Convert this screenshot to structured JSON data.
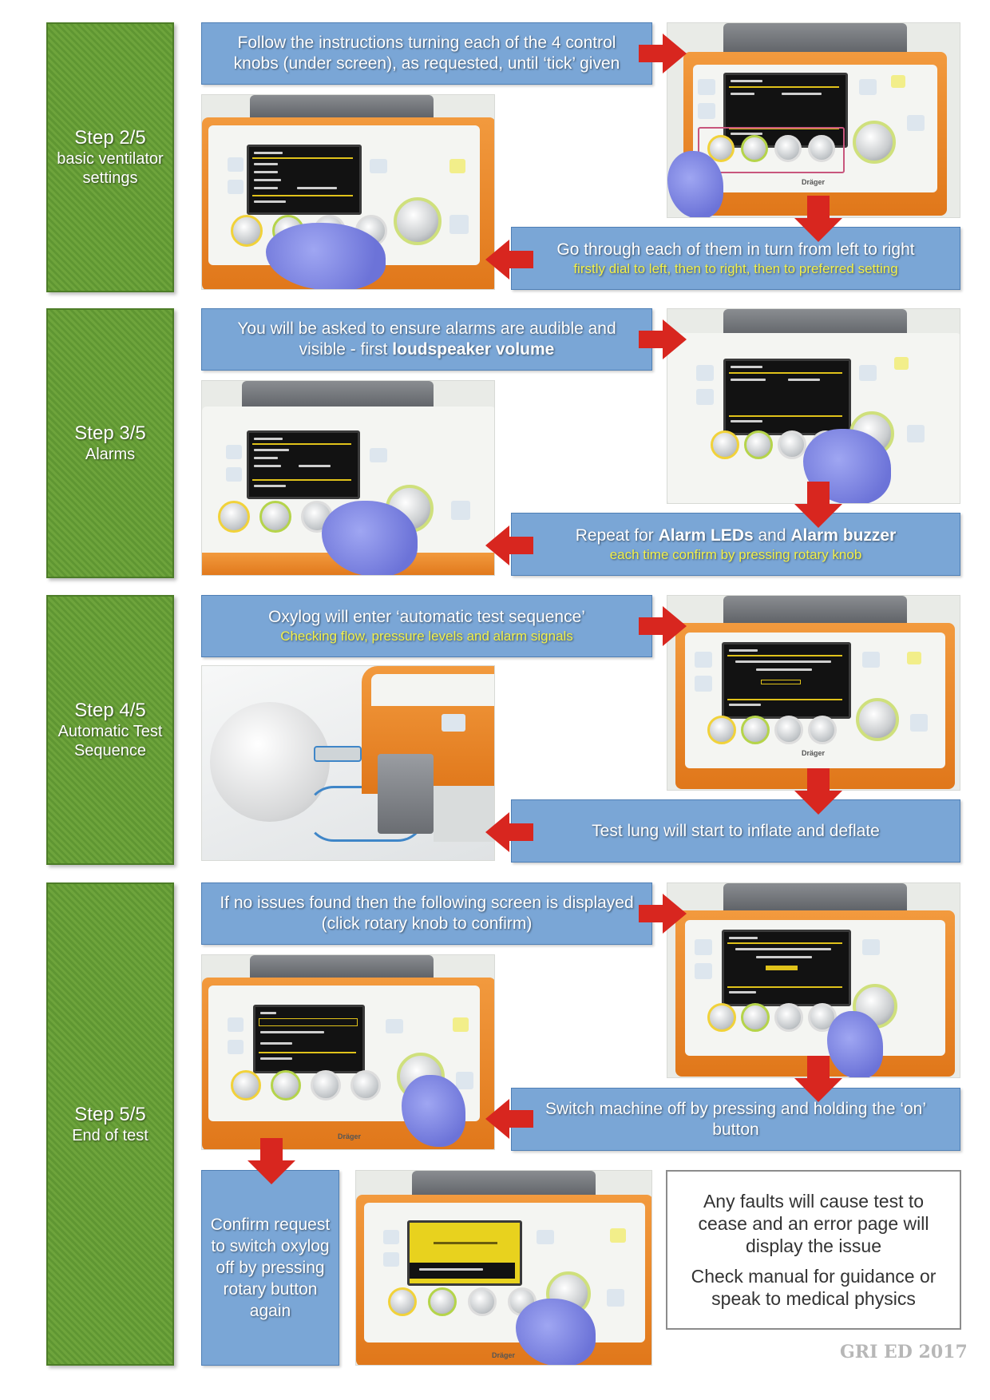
{
  "steps": [
    {
      "title": "Step 2/5",
      "subtitle": "basic ventilator settings"
    },
    {
      "title": "Step 3/5",
      "subtitle": "Alarms"
    },
    {
      "title": "Step 4/5",
      "subtitle": "Automatic Test Sequence"
    },
    {
      "title": "Step 5/5",
      "subtitle": "End of test"
    }
  ],
  "boxes": {
    "s2_top": {
      "text": "Follow the instructions turning each of the 4 control knobs (under screen), as requested, until ‘tick’ given"
    },
    "s2_bottom": {
      "text": "Go through each of them in turn from left to right",
      "sub": "firstly dial to left, then to right, then to preferred setting"
    },
    "s3_top": {
      "pre": "You will be asked to ensure alarms are audible and visible - first ",
      "bold": "loudspeaker volume"
    },
    "s3_bottom": {
      "pre": "Repeat for ",
      "bold1": "Alarm LEDs",
      "mid": " and ",
      "bold2": "Alarm buzzer",
      "sub": "each time confirm by pressing rotary knob"
    },
    "s4_top": {
      "text": "Oxylog will enter ‘automatic test sequence’",
      "sub": "Checking flow, pressure levels and alarm signals"
    },
    "s4_bottom": {
      "text": "Test lung will start to inflate and deflate"
    },
    "s5_top": {
      "text": "If no issues found then the following screen is displayed (click rotary knob to confirm)"
    },
    "s5_bottom": {
      "text": "Switch machine off by pressing and holding the ‘on’ button"
    },
    "s5_confirm": {
      "text": "Confirm request to switch oxylog off by pressing rotary button again"
    }
  },
  "note": {
    "p1": "Any faults will cause test to cease and an error page will display the issue",
    "p2": "Check manual for guidance or speak to medical physics"
  },
  "footer": "GRI ED 2017",
  "colors": {
    "step_green": "#6ea43c",
    "box_blue": "#7aa6d6",
    "highlight_yellow": "#f2f04a",
    "arrow_red": "#d8261f",
    "device_orange": "#e8842a"
  }
}
